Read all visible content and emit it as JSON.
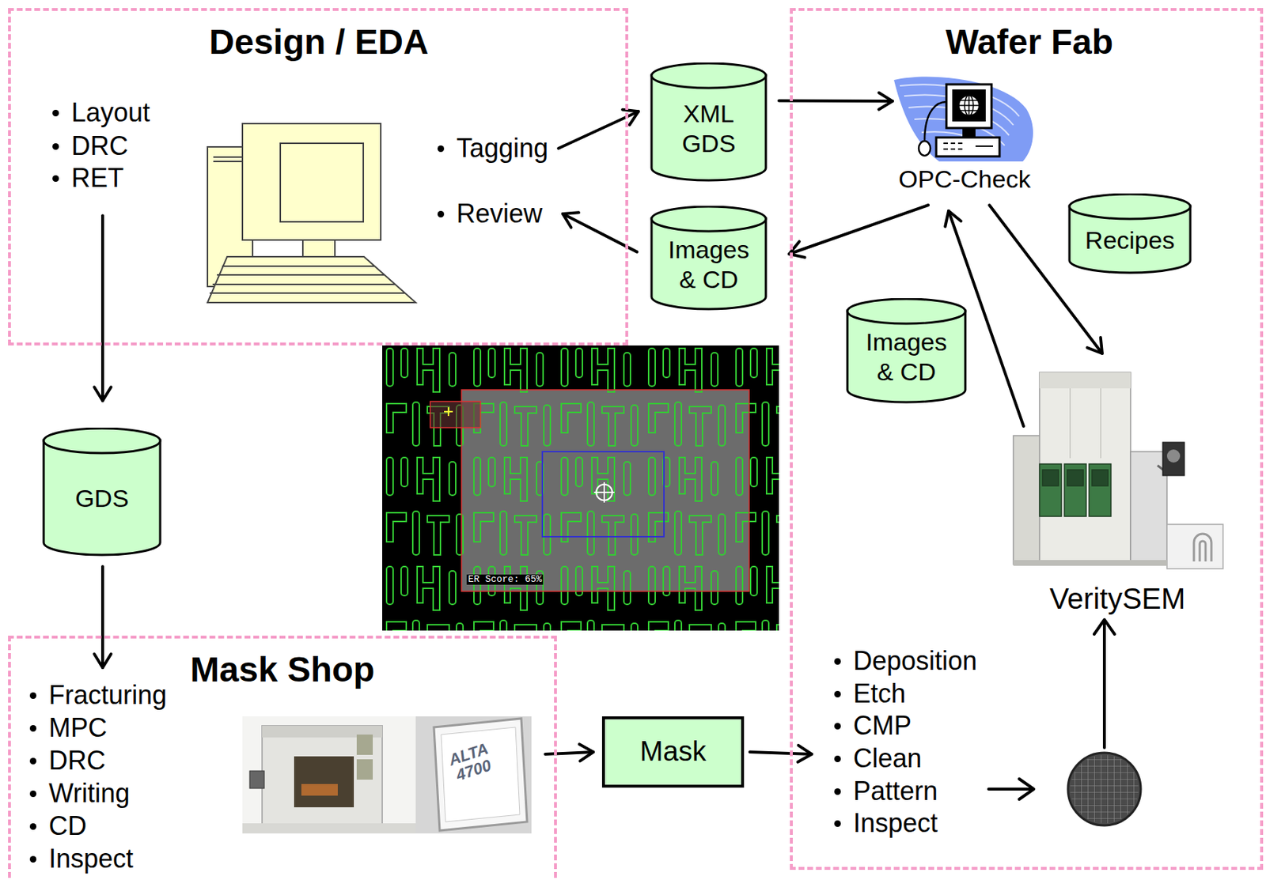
{
  "diagram": {
    "nodes": [
      {
        "text": [
          "Design / EDA",
          "Layout",
          "DRC",
          "RET",
          "Tagging",
          "Review"
        ]
      },
      {
        "text": [
          "XML GDS"
        ]
      },
      {
        "text": [
          "Images & CD"
        ]
      },
      {
        "text": [
          "Wafer Fab",
          "Deposition",
          "Etch",
          "CMP",
          "Clean",
          "Pattern",
          "Inspect"
        ]
      },
      {
        "text": [
          "OPC-Check"
        ],
        "in": 3
      },
      {
        "text": [
          "Recipes"
        ],
        "in": 3
      },
      {
        "text": [
          "Images & CD"
        ],
        "in": 3
      },
      {
        "text": [
          "VeritySEM"
        ],
        "in": 3
      },
      {
        "text": [
          "GDS"
        ]
      },
      {
        "text": [
          "Mask Shop",
          "Fracturing",
          "MPC",
          "DRC",
          "Writing",
          "CD",
          "Inspect"
        ]
      },
      {
        "text": [
          "Mask"
        ]
      }
    ],
    "edges": [
      {
        "from": 0,
        "to": 1,
        "arrow": "to"
      },
      {
        "from": 1,
        "to": 4,
        "arrow": "to"
      },
      {
        "from": 4,
        "to": 2,
        "arrow": "to"
      },
      {
        "from": 2,
        "to": 0,
        "arrow": "to"
      },
      {
        "from": 4,
        "to": 7,
        "arrow": "to"
      },
      {
        "from": 7,
        "to": 4,
        "arrow": "to"
      },
      {
        "from": 0,
        "to": 8,
        "arrow": "to"
      },
      {
        "from": 8,
        "to": 9,
        "arrow": "to"
      },
      {
        "from": 9,
        "to": 10,
        "arrow": "to"
      },
      {
        "from": 10,
        "to": 3,
        "arrow": "to"
      }
    ],
    "labels": [
      "ER Score: 65%",
      "ALTA 4700"
    ]
  }
}
